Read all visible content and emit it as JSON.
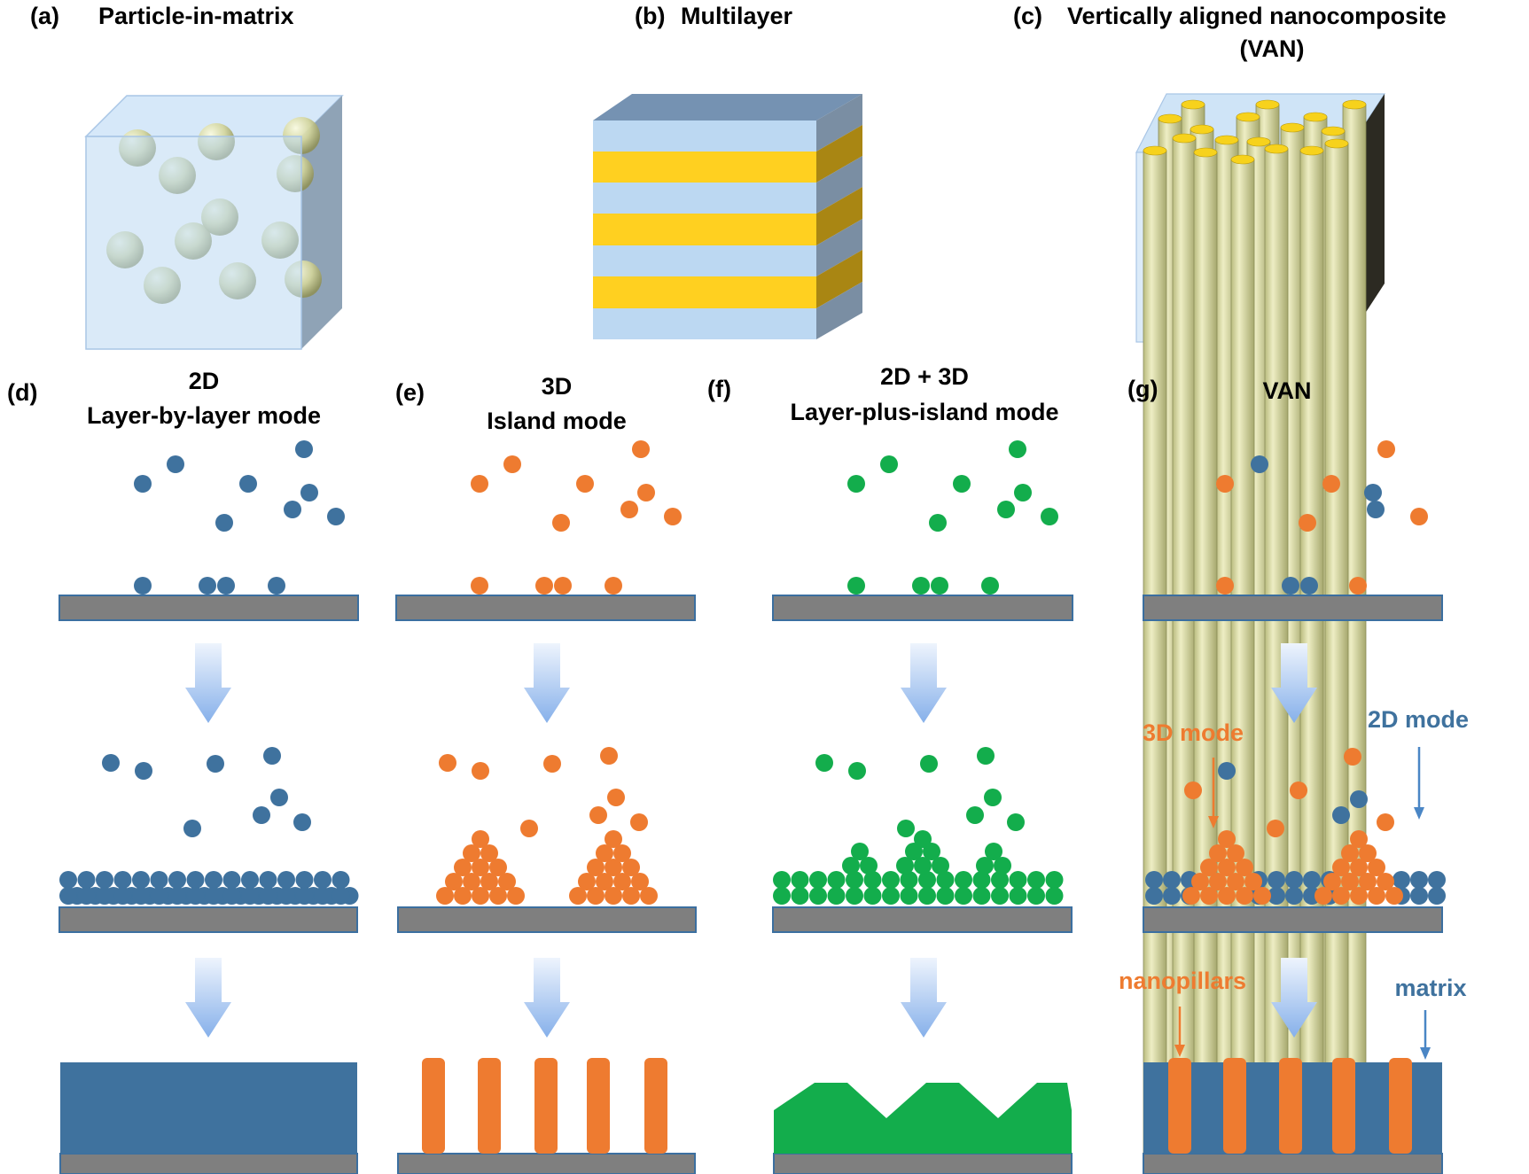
{
  "panels": {
    "a": {
      "letter": "(a)",
      "title": "Particle-in-matrix"
    },
    "b": {
      "letter": "(b)",
      "title": "Multilayer"
    },
    "c": {
      "letter": "(c)",
      "title_line1": "Vertically aligned nanocomposite",
      "title_line2": "(VAN)"
    },
    "d": {
      "letter": "(d)",
      "title_line1": "2D",
      "title_line2": "Layer-by-layer mode"
    },
    "e": {
      "letter": "(e)",
      "title_line1": "3D",
      "title_line2": "Island mode"
    },
    "f": {
      "letter": "(f)",
      "title_line1": "2D + 3D",
      "title_line2": "Layer-plus-island mode"
    },
    "g": {
      "letter": "(g)",
      "title": "VAN"
    }
  },
  "annotations": {
    "mode_3d": "3D mode",
    "mode_2d": "2D mode",
    "nanopillars": "nanopillars",
    "matrix": "matrix"
  },
  "colors": {
    "blue_atom": "#3f729e",
    "orange_atom": "#ee7b30",
    "green_atom": "#13ad4c",
    "substrate": "#7f7f7f",
    "substrate_edge": "#3b6fa0",
    "matrix_blue": "#bcd8f2",
    "layer_yellow": "#ffd020",
    "arrow_blue": "#8db4ea"
  }
}
